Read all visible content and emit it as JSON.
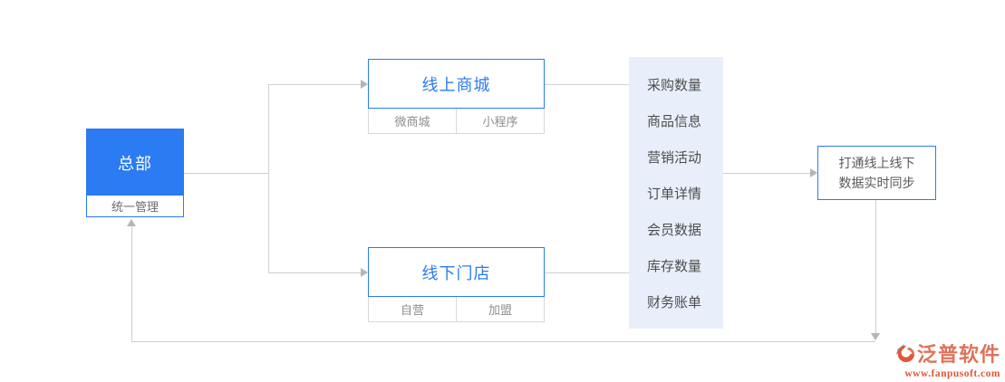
{
  "nodes": {
    "hq": {
      "title": "总部",
      "subtitle": "统一管理"
    },
    "online": {
      "title": "线上商城",
      "channels": [
        "微商城",
        "小程序"
      ]
    },
    "offline": {
      "title": "线下门店",
      "channels": [
        "自营",
        "加盟"
      ]
    },
    "data_panel": {
      "items": [
        "采购数量",
        "商品信息",
        "营销活动",
        "订单详情",
        "会员数据",
        "库存数量",
        "财务账单"
      ]
    },
    "result": {
      "lines": [
        "打通线上线下",
        "数据实时同步"
      ]
    }
  },
  "branding": {
    "logo_text": "泛普软件",
    "website": "www.fanpusoft.com"
  },
  "colors": {
    "accent_blue": "#2b7bf3",
    "panel_bg": "#e8effb",
    "connector_gray": "#cfcfcf",
    "logo_orange": "#e0725a",
    "website_red": "#e25638"
  }
}
